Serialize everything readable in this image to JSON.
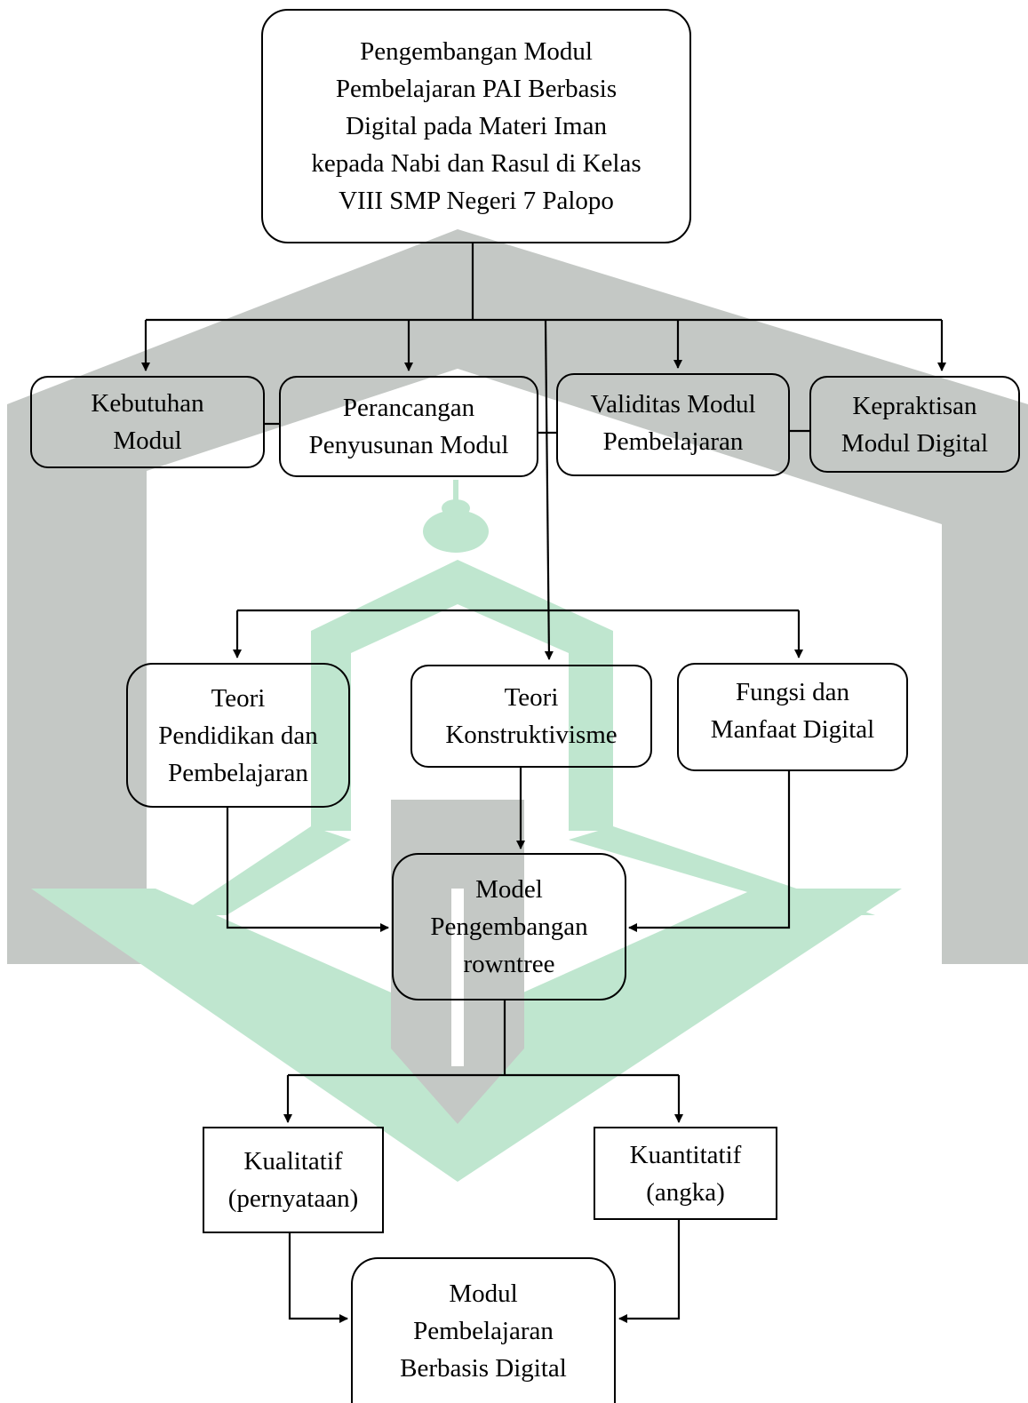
{
  "diagram": {
    "title_box": "Pengembangan Modul\nPembelajaran PAI Berbasis\nDigital pada Materi Iman\nkepada Nabi dan Rasul  di Kelas\nVIII SMP Negeri 7 Palopo",
    "row1": {
      "kebutuhan": "Kebutuhan\nModul",
      "perancangan": "Perancangan\nPenyusunan Modul",
      "validitas": "Validitas Modul\nPembelajaran",
      "kepraktisan": "Kepraktisan\nModul Digital"
    },
    "row2": {
      "teori_pendidikan": "Teori\nPendidikan dan\nPembelajaran",
      "teori_konstruktivisme": "Teori\nKonstruktivisme",
      "fungsi": "Fungsi dan\nManfaat Digital"
    },
    "model_box": "Model\nPengembangan\nrowntree",
    "row3": {
      "kualitatif": "Kualitatif\n(pernyataan)",
      "kuantitatif": "Kuantitatif\n(angka)"
    },
    "final_box": "Modul\nPembelajaran\nBerbasis Digital"
  },
  "colors": {
    "watermark_gray": "#c4c8c5",
    "watermark_green": "#bfe6cf"
  }
}
